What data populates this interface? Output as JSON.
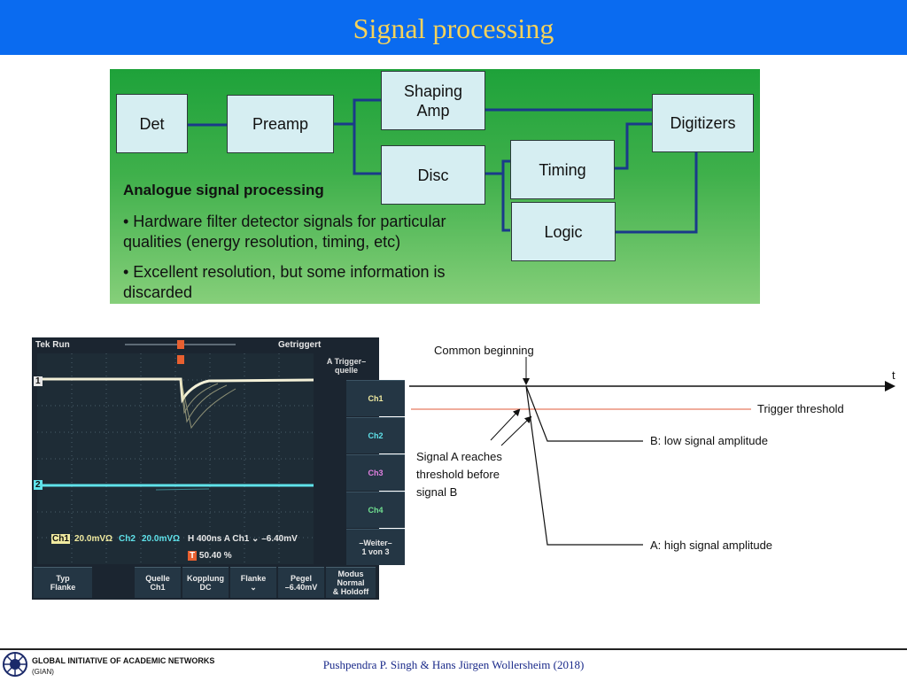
{
  "header": {
    "title": "Signal processing"
  },
  "flow": {
    "boxes": {
      "det": "Det",
      "preamp": "Preamp",
      "shaping_line1": "Shaping",
      "shaping_line2": "Amp",
      "disc": "Disc",
      "timing": "Timing",
      "logic": "Logic",
      "digitizers": "Digitizers"
    },
    "heading": "Analogue signal processing",
    "bullet1_line1": "• Hardware filter detector signals for particular",
    "bullet1_line2": "qualities (energy resolution, timing, etc)",
    "bullet2_line1": "• Excellent resolution, but some information is",
    "bullet2_line2": "discarded",
    "colors": {
      "line": "#1a3a8a",
      "box_fill": "#d6eef2"
    }
  },
  "scope": {
    "top_left": "Tek Run",
    "top_right": "Getriggert",
    "trigger_title_line1": "A Trigger–",
    "trigger_title_line2": "quelle",
    "ch_markers": [
      "1",
      "2"
    ],
    "side_buttons": [
      "Ch1",
      "Ch2",
      "Ch3",
      "Ch4"
    ],
    "weiter_line1": "–Weiter–",
    "weiter_line2": "1 von 3",
    "status_ch1": "Ch1",
    "status_ch1_scale": "20.0mVΩ",
    "status_ch2": "Ch2",
    "status_ch2_scale": "20.0mVΩ",
    "status_time": "H 400ns  A  Ch1 ⌄ –6.40mV",
    "status_pct": "50.40 %",
    "bottom_buttons": [
      {
        "line1": "Typ",
        "line2": "Flanke"
      },
      {
        "line1": "Quelle",
        "line2": "Ch1"
      },
      {
        "line1": "Kopplung",
        "line2": "DC"
      },
      {
        "line1": "Flanke",
        "line2": "⌄"
      },
      {
        "line1": "Pegel",
        "line2": "–6.40mV"
      },
      {
        "line1": "Modus",
        "line2": "Normal",
        "line3": "& Holdoff"
      }
    ]
  },
  "timing_diagram": {
    "common_beginning": "Common beginning",
    "t_label": "t",
    "trigger_threshold": "Trigger threshold",
    "b_label": "B: low signal amplitude",
    "a_label": "A: high signal amplitude",
    "note_line1": "Signal A reaches",
    "note_line2": "threshold before",
    "note_line3": "signal B",
    "colors": {
      "threshold": "#e05a3a"
    }
  },
  "footer": {
    "org_line1": "GLOBAL INITIATIVE OF ACADEMIC NETWORKS",
    "org_line2": "(GIAN)",
    "credit": "Pushpendra P. Singh & Hans Jürgen Wollersheim (2018)"
  }
}
